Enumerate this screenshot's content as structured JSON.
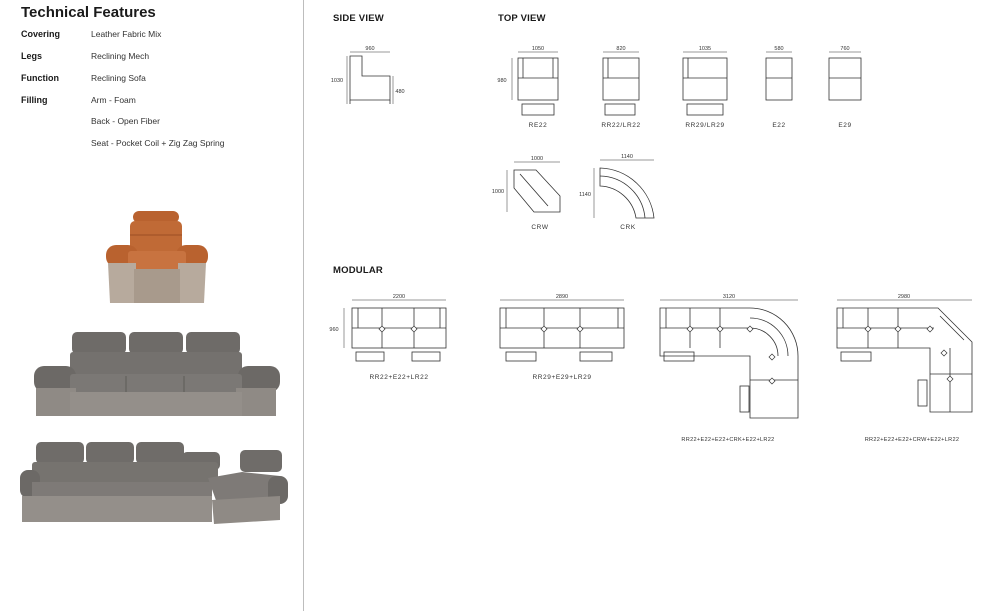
{
  "title": "Technical Features",
  "specs": [
    {
      "label": "Covering",
      "value": "Leather Fabric Mix"
    },
    {
      "label": "Legs",
      "value": "Reclining Mech"
    },
    {
      "label": "Function",
      "value": "Reclining Sofa"
    },
    {
      "label": "Filling",
      "value": "Arm  - Foam"
    }
  ],
  "filling_extra": [
    "Back - Open Fiber",
    "Seat - Pocket Coil + Zig Zag Spring"
  ],
  "sections": {
    "side": "SIDE VIEW",
    "top": "TOP VIEW",
    "modular": "MODULAR"
  },
  "side_view": {
    "width": "960",
    "height": "1030",
    "seat": "480"
  },
  "top_units": [
    {
      "code": "RE22",
      "width": "1050",
      "depth": "980"
    },
    {
      "code": "RR22/LR22",
      "width": "820"
    },
    {
      "code": "RR29/LR29",
      "width": "1035"
    },
    {
      "code": "E22",
      "width": "580"
    },
    {
      "code": "E29",
      "width": "760"
    }
  ],
  "corner_units": [
    {
      "code": "CRW",
      "width": "1000",
      "depth": "1000"
    },
    {
      "code": "CRK",
      "width": "1140",
      "depth": "1140"
    }
  ],
  "modular": [
    {
      "code": "RR22+E22+LR22",
      "width": "2200",
      "depth": "960"
    },
    {
      "code": "RR29+E29+LR29",
      "width": "2890"
    },
    {
      "code": "RR22+E22+E22+CRK+E22+LR22",
      "width": "3120"
    },
    {
      "code": "RR22+E22+E22+CRW+E22+LR22",
      "width": "2980"
    }
  ],
  "colors": {
    "accent_leather": "#b9622f",
    "grey_leather": "#6f6c69",
    "fabric": "#8f8a85",
    "line": "#333333"
  }
}
